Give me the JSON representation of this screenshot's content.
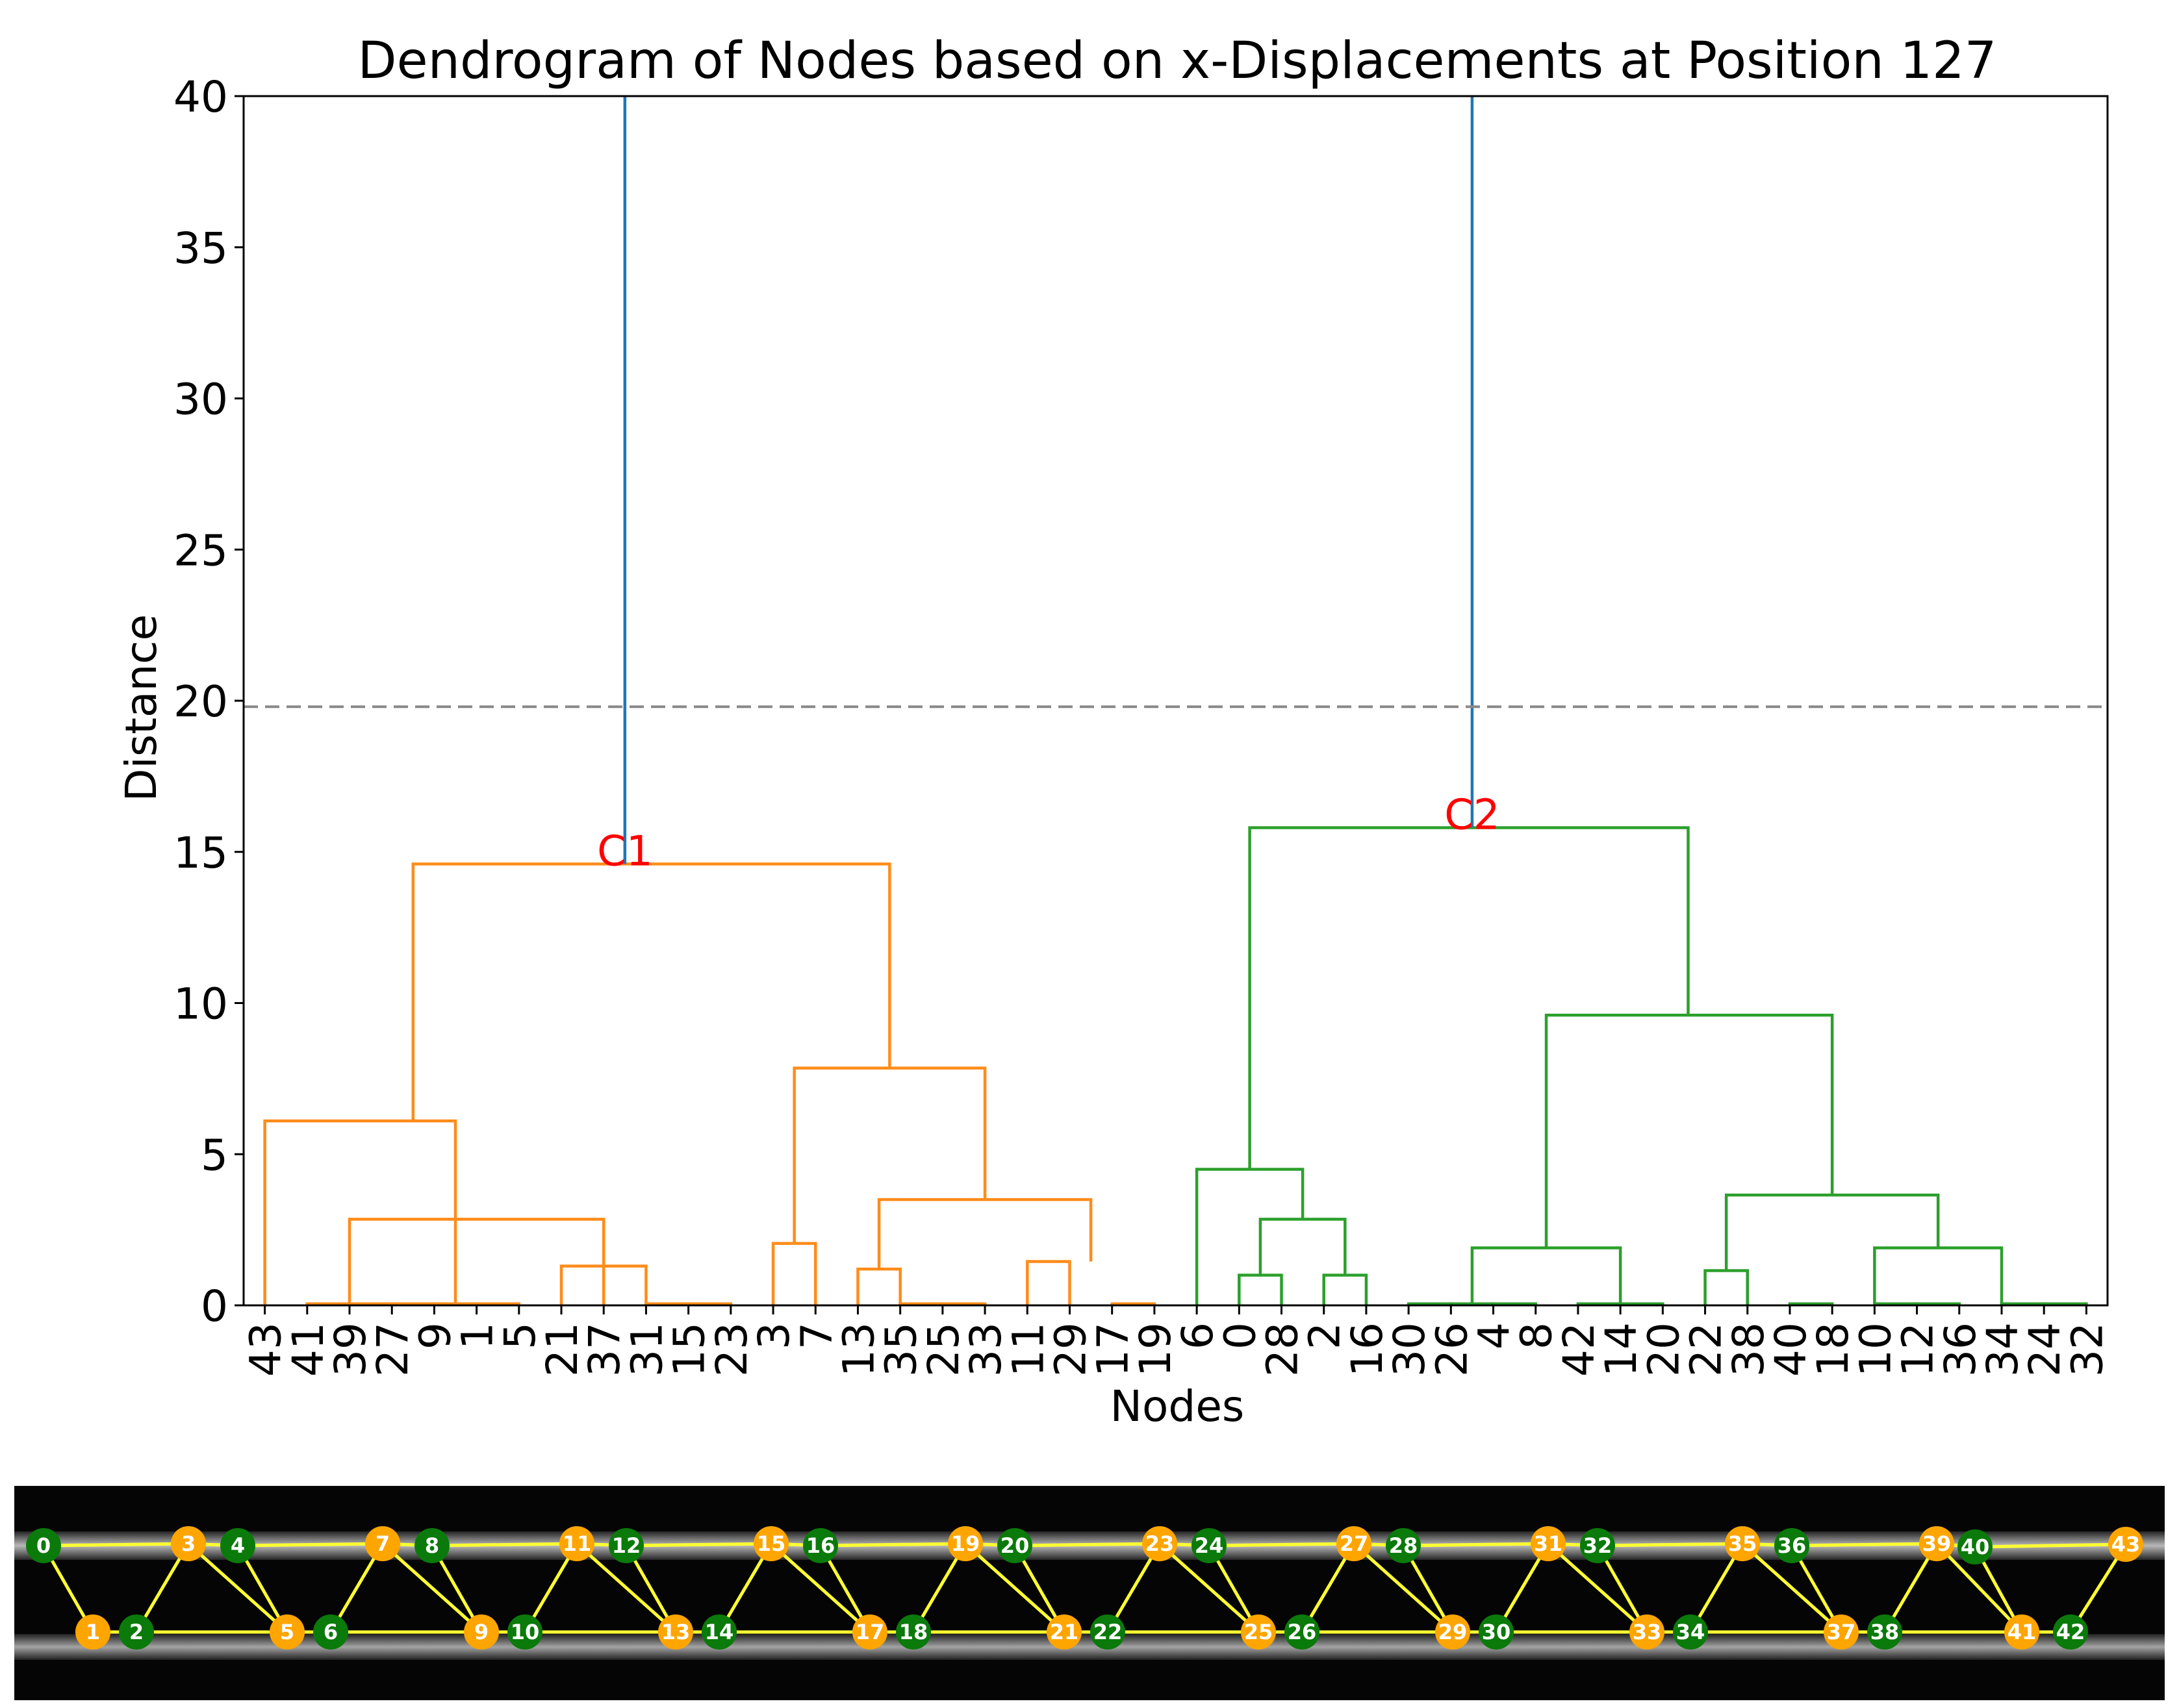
{
  "chart_data": {
    "type": "dendrogram",
    "title": "Dendrogram of Nodes based on x-Displacements at Position 127",
    "xlabel": "Nodes",
    "ylabel": "Distance",
    "ylim": [
      0,
      40
    ],
    "yticks": [
      0,
      5,
      10,
      15,
      20,
      25,
      30,
      35,
      40
    ],
    "grid": false,
    "leaf_order": [
      "43",
      "41",
      "39",
      "27",
      "9",
      "1",
      "5",
      "21",
      "37",
      "31",
      "15",
      "23",
      "3",
      "7",
      "13",
      "35",
      "25",
      "33",
      "11",
      "29",
      "17",
      "19",
      "6",
      "0",
      "28",
      "2",
      "16",
      "30",
      "26",
      "4",
      "8",
      "42",
      "14",
      "20",
      "22",
      "38",
      "40",
      "18",
      "10",
      "12",
      "36",
      "34",
      "24",
      "32"
    ],
    "cut_threshold": 19.8,
    "colors": {
      "C1": "#ff8c1a",
      "C2": "#2ca02c",
      "above_cut": "#1f77b4",
      "threshold": "#888888",
      "cluster_label": "#ff0000"
    },
    "cluster_labels": [
      {
        "text": "C1",
        "x": 8.5,
        "y": 14.6
      },
      {
        "text": "C2",
        "x": 28.5,
        "y": 15.8
      }
    ],
    "root_links": [
      {
        "x": 8.5,
        "y_from": 14.6,
        "y_to": 40
      },
      {
        "x": 28.5,
        "y_from": 15.8,
        "y_to": 40
      }
    ],
    "links": [
      {
        "cluster": "C1",
        "left": 0,
        "right": 4.5,
        "y_left": 0,
        "y_right": 0,
        "h": 6.1
      },
      {
        "cluster": "C1",
        "left": 1,
        "right": 2,
        "y_left": 0,
        "y_right": 0,
        "h": 0.05
      },
      {
        "cluster": "C1",
        "left": 2,
        "right": 3,
        "y_left": 0,
        "y_right": 0,
        "h": 0.05
      },
      {
        "cluster": "C1",
        "left": 3,
        "right": 4,
        "y_left": 0,
        "y_right": 0,
        "h": 0.05
      },
      {
        "cluster": "C1",
        "left": 4,
        "right": 5,
        "y_left": 0,
        "y_right": 0,
        "h": 0.05
      },
      {
        "cluster": "C1",
        "left": 5,
        "right": 6,
        "y_left": 0,
        "y_right": 0,
        "h": 0.05
      },
      {
        "cluster": "C1",
        "left": 2,
        "right": 8,
        "y_left": 0,
        "y_right": 0,
        "h": 2.85
      },
      {
        "cluster": "C1",
        "left": 7,
        "right": 9,
        "y_left": 0,
        "y_right": 0,
        "h": 1.3
      },
      {
        "cluster": "C1",
        "left": 9,
        "right": 10,
        "y_left": 0,
        "y_right": 0,
        "h": 0.05
      },
      {
        "cluster": "C1",
        "left": 10,
        "right": 11,
        "y_left": 0,
        "y_right": 0,
        "h": 0.05
      },
      {
        "cluster": "C1",
        "left": 12,
        "right": 13,
        "y_left": 0,
        "y_right": 0,
        "h": 2.05
      },
      {
        "cluster": "C1",
        "left": 14,
        "right": 15,
        "y_left": 0,
        "y_right": 0,
        "h": 1.2
      },
      {
        "cluster": "C1",
        "left": 15,
        "right": 16,
        "y_left": 0,
        "y_right": 0,
        "h": 0.05
      },
      {
        "cluster": "C1",
        "left": 16,
        "right": 17,
        "y_left": 0,
        "y_right": 0,
        "h": 0.05
      },
      {
        "cluster": "C1",
        "left": 18,
        "right": 19,
        "y_left": 0,
        "y_right": 0,
        "h": 1.45
      },
      {
        "cluster": "C1",
        "left": 20,
        "right": 21,
        "y_left": 0,
        "y_right": 0,
        "h": 0.05
      },
      {
        "cluster": "C1",
        "left": 14.5,
        "right": 19.5,
        "y_left": 1.2,
        "y_right": 1.45,
        "h": 3.5
      },
      {
        "cluster": "C1",
        "left": 12.5,
        "right": 17,
        "y_left": 2.05,
        "y_right": 3.5,
        "h": 7.85
      },
      {
        "cluster": "C1",
        "left": 3.5,
        "right": 14.75,
        "y_left": 6.1,
        "y_right": 7.85,
        "h": 14.6
      },
      {
        "cluster": "C2",
        "left": 23,
        "right": 24,
        "y_left": 0,
        "y_right": 0,
        "h": 1.0
      },
      {
        "cluster": "C2",
        "left": 25,
        "right": 26,
        "y_left": 0,
        "y_right": 0,
        "h": 1.0
      },
      {
        "cluster": "C2",
        "left": 23.5,
        "right": 25.5,
        "y_left": 1.0,
        "y_right": 1.0,
        "h": 2.85
      },
      {
        "cluster": "C2",
        "left": 22,
        "right": 24.5,
        "y_left": 0,
        "y_right": 2.85,
        "h": 4.5
      },
      {
        "cluster": "C2",
        "left": 27,
        "right": 28,
        "y_left": 0,
        "y_right": 0,
        "h": 0.05
      },
      {
        "cluster": "C2",
        "left": 28,
        "right": 29,
        "y_left": 0,
        "y_right": 0,
        "h": 0.05
      },
      {
        "cluster": "C2",
        "left": 29,
        "right": 30,
        "y_left": 0,
        "y_right": 0,
        "h": 0.05
      },
      {
        "cluster": "C2",
        "left": 31,
        "right": 32,
        "y_left": 0,
        "y_right": 0,
        "h": 0.05
      },
      {
        "cluster": "C2",
        "left": 32,
        "right": 33,
        "y_left": 0,
        "y_right": 0,
        "h": 0.05
      },
      {
        "cluster": "C2",
        "left": 28.5,
        "right": 32,
        "y_left": 0,
        "y_right": 0,
        "h": 1.9
      },
      {
        "cluster": "C2",
        "left": 34,
        "right": 35,
        "y_left": 0,
        "y_right": 0,
        "h": 1.15
      },
      {
        "cluster": "C2",
        "left": 36,
        "right": 37,
        "y_left": 0,
        "y_right": 0,
        "h": 0.05
      },
      {
        "cluster": "C2",
        "left": 38,
        "right": 39,
        "y_left": 0,
        "y_right": 0,
        "h": 0.05
      },
      {
        "cluster": "C2",
        "left": 39,
        "right": 40,
        "y_left": 0,
        "y_right": 0,
        "h": 0.05
      },
      {
        "cluster": "C2",
        "left": 38,
        "right": 41,
        "y_left": 0,
        "y_right": 0,
        "h": 1.9
      },
      {
        "cluster": "C2",
        "left": 41,
        "right": 42,
        "y_left": 0,
        "y_right": 0,
        "h": 0.05
      },
      {
        "cluster": "C2",
        "left": 42,
        "right": 43,
        "y_left": 0,
        "y_right": 0,
        "h": 0.05
      },
      {
        "cluster": "C2",
        "left": 34.5,
        "right": 39.5,
        "y_left": 1.15,
        "y_right": 1.9,
        "h": 3.65
      },
      {
        "cluster": "C2",
        "left": 30.25,
        "right": 37,
        "y_left": 1.9,
        "y_right": 3.65,
        "h": 9.6
      },
      {
        "cluster": "C2",
        "left": 23.25,
        "right": 33.6,
        "y_left": 4.5,
        "y_right": 9.6,
        "h": 15.8
      }
    ]
  },
  "photo": {
    "caption": "",
    "node_colors": {
      "orange": "#ffa500",
      "green": "#0a7a0a",
      "edge": "#ffff33"
    },
    "nodes": [
      {
        "id": "0",
        "c": "green"
      },
      {
        "id": "1",
        "c": "orange"
      },
      {
        "id": "2",
        "c": "green"
      },
      {
        "id": "3",
        "c": "orange"
      },
      {
        "id": "4",
        "c": "green"
      },
      {
        "id": "5",
        "c": "orange"
      },
      {
        "id": "6",
        "c": "green"
      },
      {
        "id": "7",
        "c": "orange"
      },
      {
        "id": "8",
        "c": "green"
      },
      {
        "id": "9",
        "c": "orange"
      },
      {
        "id": "10",
        "c": "green"
      },
      {
        "id": "11",
        "c": "orange"
      },
      {
        "id": "12",
        "c": "green"
      },
      {
        "id": "13",
        "c": "orange"
      },
      {
        "id": "14",
        "c": "green"
      },
      {
        "id": "15",
        "c": "orange"
      },
      {
        "id": "16",
        "c": "green"
      },
      {
        "id": "17",
        "c": "orange"
      },
      {
        "id": "18",
        "c": "green"
      },
      {
        "id": "19",
        "c": "orange"
      },
      {
        "id": "20",
        "c": "green"
      },
      {
        "id": "21",
        "c": "orange"
      },
      {
        "id": "22",
        "c": "green"
      },
      {
        "id": "23",
        "c": "orange"
      },
      {
        "id": "24",
        "c": "green"
      },
      {
        "id": "25",
        "c": "orange"
      },
      {
        "id": "26",
        "c": "green"
      },
      {
        "id": "27",
        "c": "orange"
      },
      {
        "id": "28",
        "c": "green"
      },
      {
        "id": "29",
        "c": "orange"
      },
      {
        "id": "30",
        "c": "green"
      },
      {
        "id": "31",
        "c": "orange"
      },
      {
        "id": "32",
        "c": "green"
      },
      {
        "id": "33",
        "c": "orange"
      },
      {
        "id": "34",
        "c": "green"
      },
      {
        "id": "35",
        "c": "orange"
      },
      {
        "id": "36",
        "c": "green"
      },
      {
        "id": "37",
        "c": "orange"
      },
      {
        "id": "38",
        "c": "green"
      },
      {
        "id": "39",
        "c": "orange"
      },
      {
        "id": "40",
        "c": "green"
      },
      {
        "id": "41",
        "c": "orange"
      },
      {
        "id": "42",
        "c": "green"
      },
      {
        "id": "43",
        "c": "orange"
      }
    ]
  }
}
